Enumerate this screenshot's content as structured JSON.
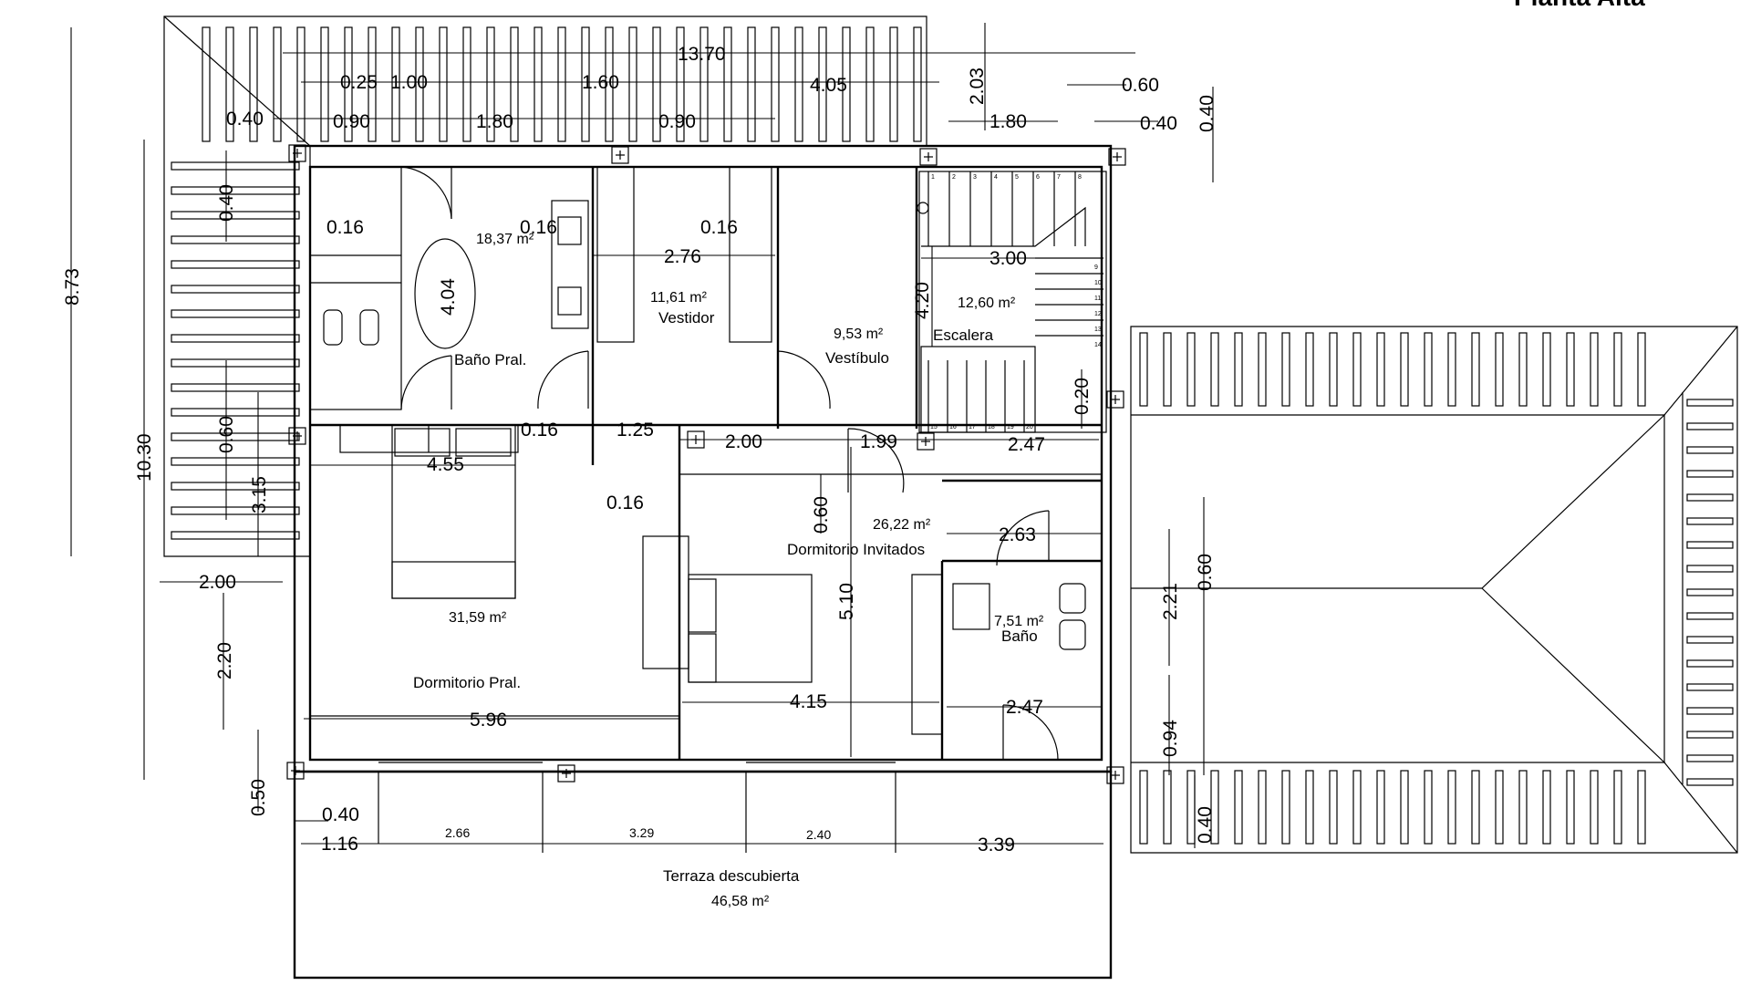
{
  "title": "Planta Alta",
  "rooms": {
    "bano_pral": {
      "name": "Baño Pral.",
      "area": "18,37 m²"
    },
    "vestidor": {
      "name": "Vestidor",
      "area": "11,61 m²"
    },
    "vestibulo": {
      "name": "Vestíbulo",
      "area": "9,53 m²"
    },
    "escalera": {
      "name": "Escalera",
      "area": "12,60 m²"
    },
    "dormitorio_pral": {
      "name": "Dormitorio Pral.",
      "area": "31,59 m²"
    },
    "dormitorio_invitados": {
      "name": "Dormitorio Invitados",
      "area": "26,22 m²"
    },
    "bano": {
      "name": "Baño",
      "area": "7,51 m²"
    },
    "terraza": {
      "name": "Terraza descubierta",
      "area": "46,58 m²"
    }
  },
  "dimensions": {
    "top_total": "13.70",
    "top_a": "0.25",
    "top_b": "1.00",
    "top_c": "1.60",
    "top_d": "4.05",
    "top_e": "0.40",
    "top_f": "0.90",
    "top_g": "1.80",
    "top_h": "0.90",
    "right_top_a": "2.03",
    "right_top_b": "0.60",
    "right_top_c": "1.80",
    "right_top_d": "0.40",
    "right_top_e": "0.40",
    "left_total": "8.73",
    "left_outer": "10.30",
    "left_a": "0.40",
    "left_b": "0.60",
    "left_c": "3.15",
    "left_d": "2.00",
    "left_e": "2.20",
    "left_f": "0.50",
    "bath_a": "0.16",
    "bath_b": "0.16",
    "bath_ellipse": "4.04",
    "vest_a": "0.16",
    "vest_b": "2.76",
    "stair_width": "3.00",
    "stair_height": "4.20",
    "stair_c": "0.20",
    "mid_a": "0.16",
    "mid_b": "1.25",
    "mid_c": "2.00",
    "mid_d": "1.99",
    "mid_e": "2.47",
    "bed_a": "4.55",
    "bed_b": "0.16",
    "guest_a": "0.60",
    "guest_b": "5.10",
    "guest_c": "2.63",
    "guest_d": "4.15",
    "bano_a": "2.47",
    "bano_b": "2.21",
    "bano_c": "0.94",
    "bano_d": "0.60",
    "bottom_a": "5.96",
    "terr_a": "0.40",
    "terr_b": "1.16",
    "terr_c": "2.66",
    "terr_d": "3.29",
    "terr_e": "2.40",
    "terr_f": "3.39",
    "terr_g": "0.40"
  },
  "stair_steps": [
    "1",
    "2",
    "3",
    "4",
    "5",
    "6",
    "7",
    "8",
    "9",
    "10",
    "11",
    "12",
    "13",
    "14",
    "15",
    "16",
    "17",
    "18",
    "19",
    "20"
  ]
}
